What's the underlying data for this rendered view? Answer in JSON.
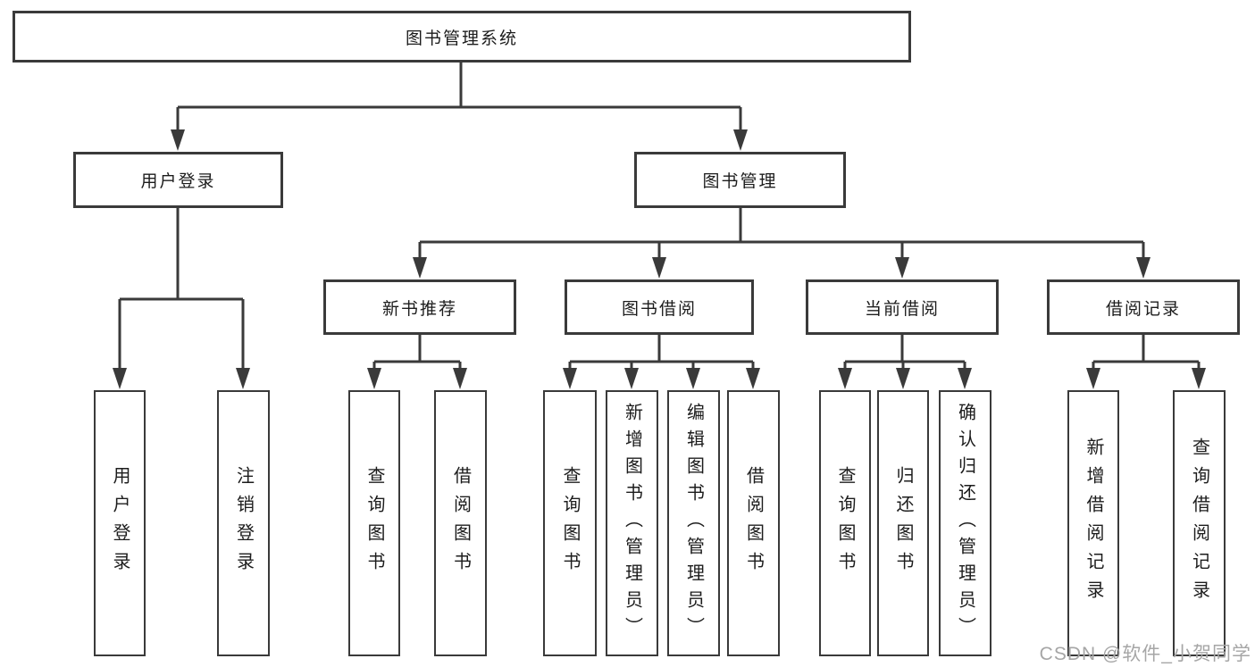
{
  "nodes": {
    "root": "图书管理系统",
    "branches": [
      {
        "label": "用户登录",
        "children": [
          "用户登录",
          "注销登录"
        ]
      },
      {
        "label": "图书管理",
        "children": [
          {
            "label": "新书推荐",
            "children": [
              "查询图书",
              "借阅图书"
            ]
          },
          {
            "label": "图书借阅",
            "children": [
              "查询图书",
              "新增图书（管理员）",
              "编辑图书（管理员）",
              "借阅图书"
            ]
          },
          {
            "label": "当前借阅",
            "children": [
              "查询图书",
              "归还图书",
              "确认归还（管理员）"
            ]
          },
          {
            "label": "借阅记录",
            "children": [
              "新增借阅记录",
              "查询借阅记录"
            ]
          }
        ]
      }
    ]
  },
  "watermark": {
    "text": "CSDN @软件_小贺同学"
  },
  "colors": {
    "line": "#3a3a3a",
    "text": "#1c1c1c",
    "background": "#ffffff",
    "watermark": "#a6a6a6"
  }
}
